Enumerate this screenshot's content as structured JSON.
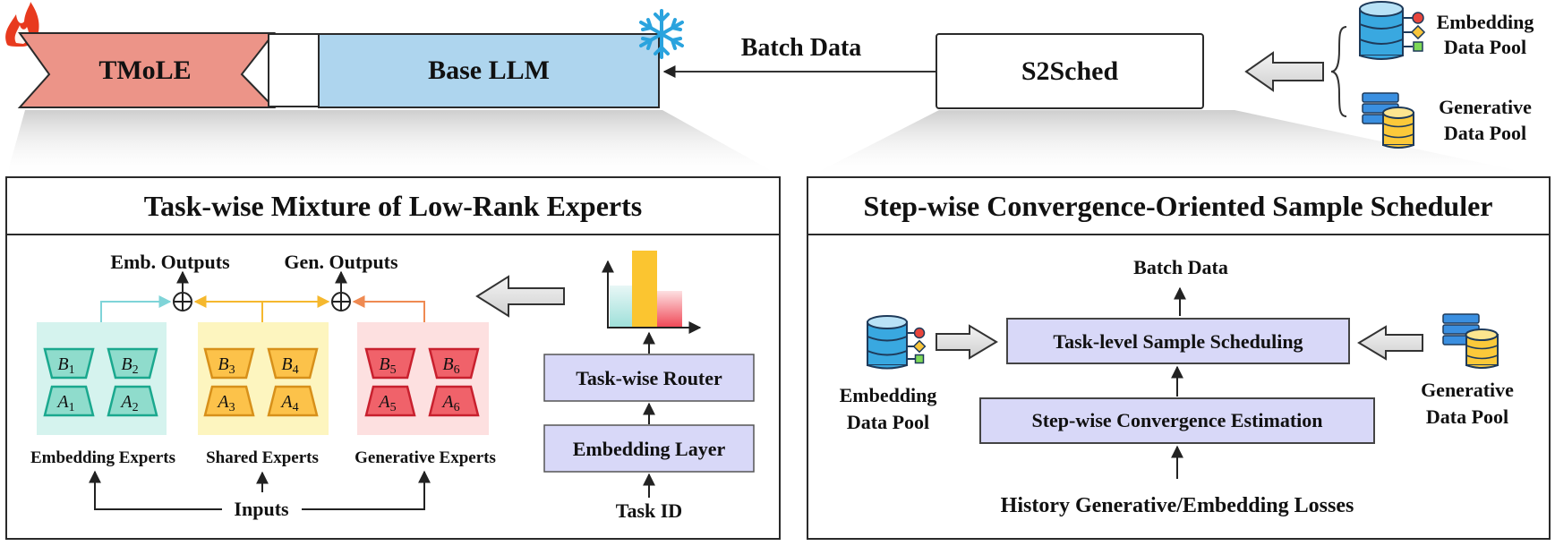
{
  "top": {
    "tmole_label": "TMoLE",
    "base_llm_label": "Base LLM",
    "batch_data_label": "Batch Data",
    "s2sched_label": "S2Sched",
    "embedding_pool_line1": "Embedding",
    "embedding_pool_line2": "Data Pool",
    "generative_pool_line1": "Generative",
    "generative_pool_line2": "Data Pool"
  },
  "left_panel": {
    "title": "Task-wise Mixture of Low-Rank Experts",
    "emb_outputs": "Emb. Outputs",
    "gen_outputs": "Gen. Outputs",
    "experts": [
      {
        "top_1": "B",
        "sub_top_1": "1",
        "top_2": "B",
        "sub_top_2": "2",
        "bot_1": "A",
        "sub_bot_1": "1",
        "bot_2": "A",
        "sub_bot_2": "2",
        "label": "Embedding Experts"
      },
      {
        "top_1": "B",
        "sub_top_1": "3",
        "top_2": "B",
        "sub_top_2": "4",
        "bot_1": "A",
        "sub_bot_1": "3",
        "bot_2": "A",
        "sub_bot_2": "4",
        "label": "Shared Experts"
      },
      {
        "top_1": "B",
        "sub_top_1": "5",
        "top_2": "B",
        "sub_top_2": "6",
        "bot_1": "A",
        "sub_bot_1": "5",
        "bot_2": "A",
        "sub_bot_2": "6",
        "label": "Generative Experts"
      }
    ],
    "inputs": "Inputs",
    "router": "Task-wise Router",
    "embedding_layer": "Embedding Layer",
    "task_id": "Task ID"
  },
  "right_panel": {
    "title": "Step-wise Convergence-Oriented Sample Scheduler",
    "batch_data": "Batch Data",
    "scheduling": "Task-level Sample Scheduling",
    "estimation": "Step-wise Convergence Estimation",
    "losses": "History Generative/Embedding Losses",
    "emb_pool_line1": "Embedding",
    "emb_pool_line2": "Data Pool",
    "gen_pool_line1": "Generative",
    "gen_pool_line2": "Data Pool"
  },
  "colors": {
    "tmole_fill": "#ec9488",
    "base_llm_fill": "#aed5ee",
    "emb_expert": "#8fdccc",
    "shared_expert": "#fcc24a",
    "gen_expert": "#f0626a",
    "router_fill": "#d8d8f8"
  }
}
